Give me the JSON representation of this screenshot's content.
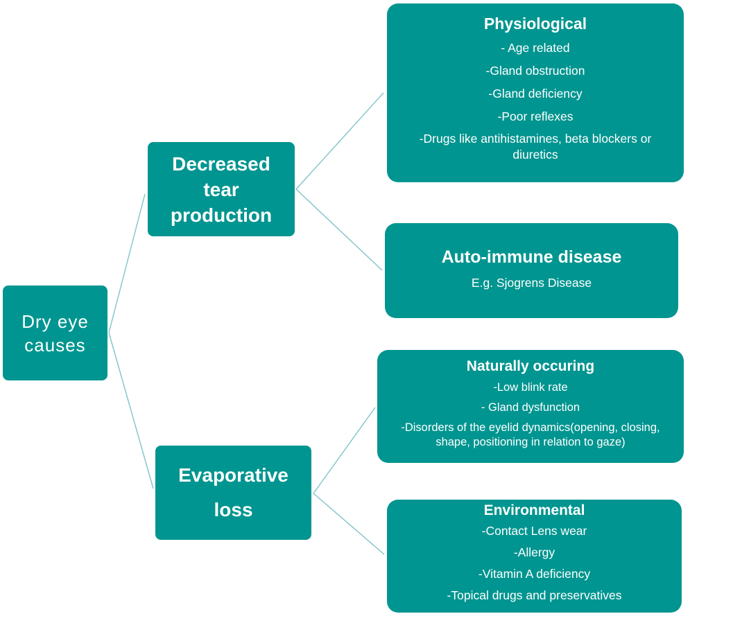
{
  "root": {
    "label": "Dry eye causes"
  },
  "branches": [
    {
      "label": "Decreased tear production",
      "children": [
        {
          "title": "Physiological",
          "items": [
            "- Age related",
            "-Gland obstruction",
            "-Gland deficiency",
            "-Poor reflexes",
            "-Drugs like antihistamines, beta blockers or diuretics"
          ]
        },
        {
          "title": "Auto-immune disease",
          "items": [
            "E.g. Sjogrens Disease"
          ]
        }
      ]
    },
    {
      "label": "Evaporative loss",
      "children": [
        {
          "title": "Naturally occuring",
          "items": [
            "-Low blink rate",
            "- Gland dysfunction",
            "-Disorders of the eyelid dynamics(opening, closing, shape, positioning in relation to gaze)"
          ]
        },
        {
          "title": "Environmental",
          "items": [
            "-Contact Lens wear",
            "-Allergy",
            "-Vitamin A deficiency",
            "-Topical drugs and preservatives"
          ]
        }
      ]
    }
  ],
  "colors": {
    "box_fill": "#009590",
    "text": "#ffffff",
    "connector": "#7fc3c8"
  }
}
